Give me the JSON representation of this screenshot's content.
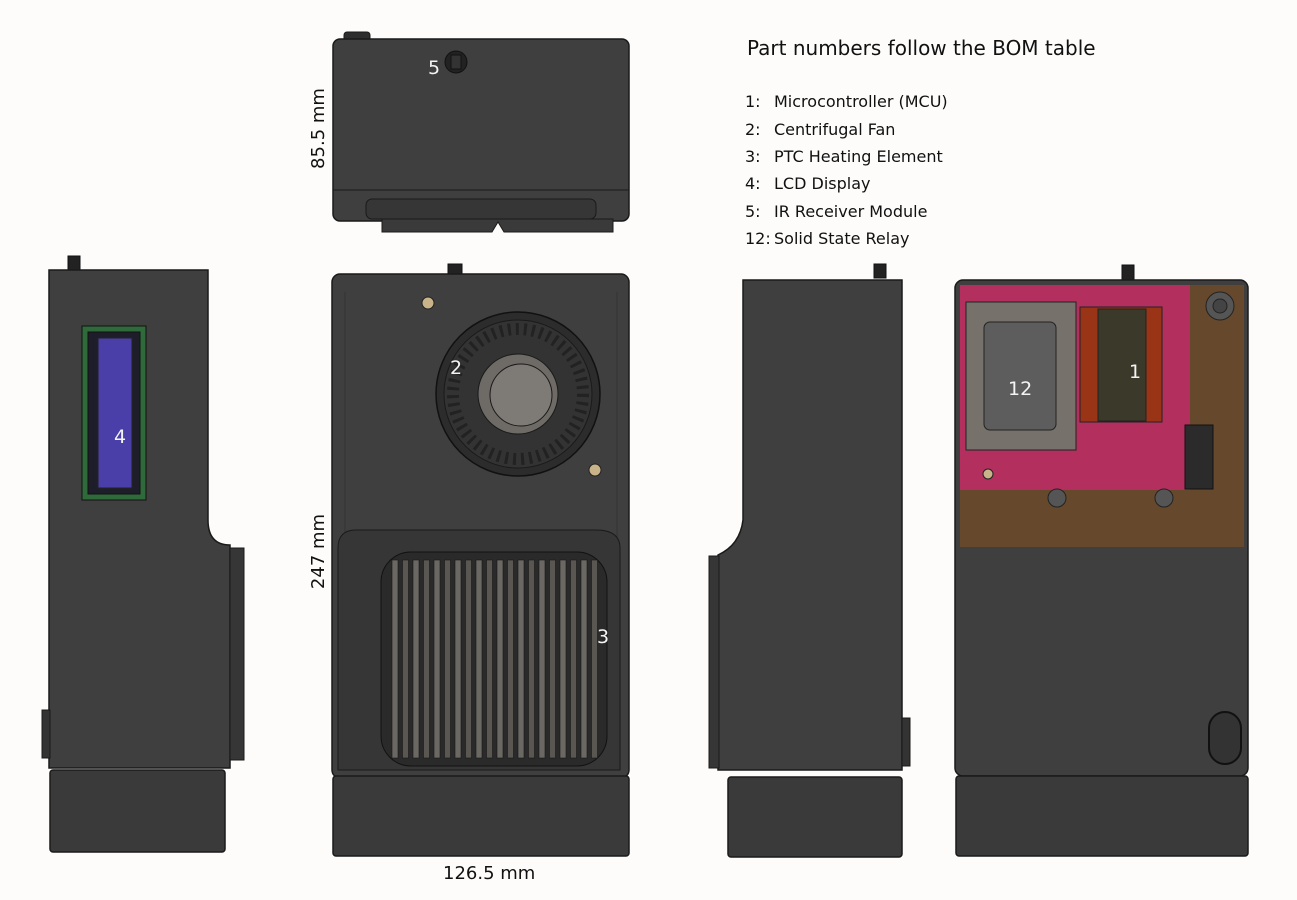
{
  "legend": {
    "title": "Part numbers follow the BOM table",
    "items": [
      {
        "num": "1:",
        "label": "Microcontroller (MCU)"
      },
      {
        "num": "2:",
        "label": "Centrifugal Fan"
      },
      {
        "num": "3:",
        "label": "PTC Heating Element"
      },
      {
        "num": "4:",
        "label": "LCD Display"
      },
      {
        "num": "5:",
        "label": "IR Receiver Module"
      },
      {
        "num": "12:",
        "label": "Solid State Relay"
      }
    ]
  },
  "dimensions": {
    "depth": "85.5 mm",
    "height": "247 mm",
    "width": "126.5 mm"
  },
  "callouts": {
    "mcu": "1",
    "fan": "2",
    "heater": "3",
    "lcd": "4",
    "ir": "5",
    "relay": "12"
  },
  "colors": {
    "background": "#fdfcfa",
    "body": "#3f3f3f",
    "body_dark": "#2e2e2e",
    "outline": "#1a1a1a",
    "pcb": "#b3305e",
    "relay_board": "#9a3417",
    "lcd": "#4a3fa8",
    "lcd_pcb": "#2f6b3a",
    "brass": "#c9b48a"
  }
}
